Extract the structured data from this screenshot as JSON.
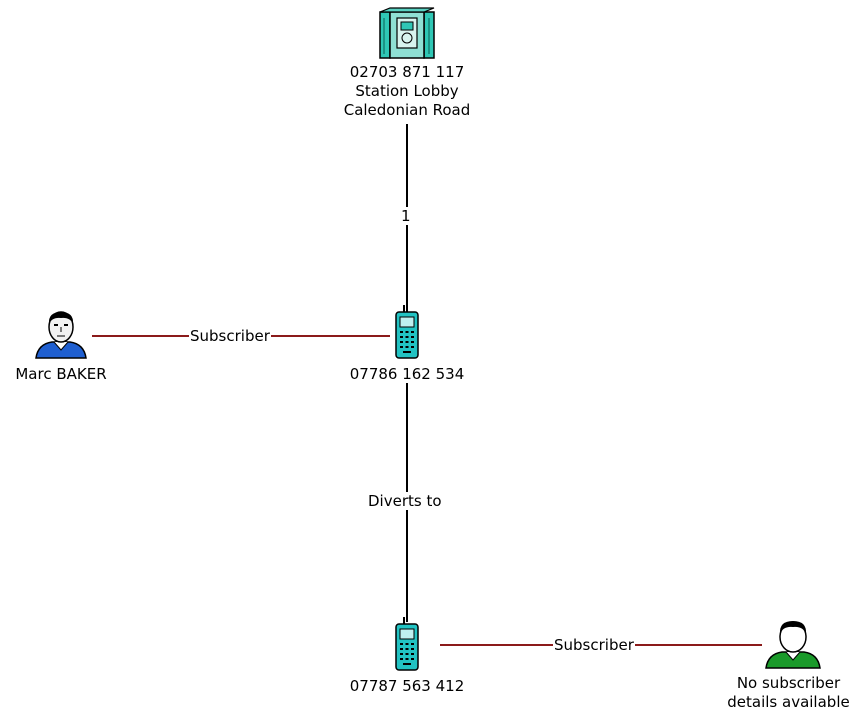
{
  "nodes": {
    "payphone": {
      "icon": "payphone-icon",
      "lines": [
        "02703 871 117",
        "Station Lobby",
        "Caledonian Road"
      ]
    },
    "mobile_1": {
      "icon": "mobile-phone-icon",
      "lines": [
        "07786 162 534"
      ]
    },
    "mobile_2": {
      "icon": "mobile-phone-icon",
      "lines": [
        "07787 563 412"
      ]
    },
    "person_1": {
      "icon": "person-icon",
      "lines": [
        "Marc BAKER"
      ]
    },
    "person_2": {
      "icon": "person-icon",
      "lines": [
        "No subscriber",
        "details available"
      ]
    }
  },
  "edges": {
    "payphone_to_mobile_1": {
      "label": "1",
      "color": "#000000"
    },
    "person_1_to_mobile_1": {
      "label": "Subscriber",
      "color": "#8b1a1a"
    },
    "mobile_1_to_mobile_2": {
      "label": "Diverts to",
      "color": "#000000"
    },
    "mobile_2_to_person_2": {
      "label": "Subscriber",
      "color": "#8b1a1a"
    }
  },
  "colors": {
    "phone_body": "#22c3c3",
    "payphone_body": "#2fc7b5",
    "person_1_shirt": "#1f5fd0",
    "person_2_shirt": "#1a9a2a"
  }
}
